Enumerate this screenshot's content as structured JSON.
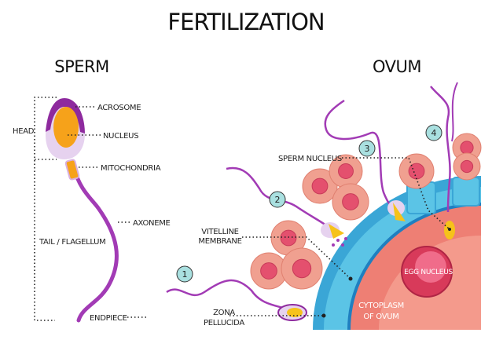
{
  "title": "FERTILIZATION",
  "sperm": {
    "heading": "SPERM",
    "labels": {
      "head": "HEAD",
      "acrosome": "ACROSOME",
      "nucleus": "NUCLEUS",
      "mitochondria": "MITOCHONDRIA",
      "axoneme": "AXONEME",
      "tail": "TAIL / FLAGELLUM",
      "endpiece": "ENDPIECE"
    }
  },
  "ovum": {
    "heading": "OVUM",
    "labels": {
      "sperm_nucleus": "SPERM NUCLEUS",
      "vitelline_1": "VITELLINE",
      "vitelline_2": "MEMBRANE",
      "zona_1": "ZONA",
      "zona_2": "PELLUCIDA",
      "egg_nucleus": "EGG NUCLEUS",
      "cytoplasm_1": "CYTOPLASM",
      "cytoplasm_2": "OF OVUM"
    },
    "steps": [
      "1",
      "2",
      "3",
      "4"
    ]
  },
  "colors": {
    "tail": "#a23bb5",
    "acrosome": "#8e2a9e",
    "nucleus": "#f6a21a",
    "zona": "#3aa6d6",
    "cytoplasm": "#ee7f74",
    "cell": "#f0a090",
    "cell_nucleus": "#e4506e",
    "step_badge": "#a9e0e0"
  }
}
